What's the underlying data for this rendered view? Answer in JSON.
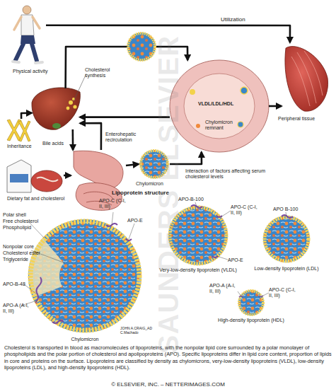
{
  "diagram": {
    "caption": "Cholesterol is transported in blood as macromolecules of lipoproteins, with the nonpolar lipid core surrounded by a polar monolayer of phospholipids and the polar portion of cholesterol and apolipoproteins (APO). Specific lipoproteins differ in lipid core content, proportion of lipids in core and proteins on the surface. Lipoproteins are classified by density as chylomicrons, very-low-density lipoproteins (VLDL), low-density lipoproteins (LDL), and high-density lipoproteins (HDL).",
    "nodes": [
      {
        "text": [
          "Physical activity"
        ]
      },
      {
        "text": [
          "Cholesterol synthesis"
        ]
      },
      {
        "text": [
          "Peripheral tissue"
        ]
      },
      {
        "text": [
          "Inheritance"
        ]
      },
      {
        "text": [
          "Bile acids"
        ]
      },
      {
        "text": [
          "Dietary fat and cholesterol"
        ]
      },
      {
        "text": [
          "Chylomicron"
        ]
      },
      {
        "text": [
          "VLDL/LDL/HDL",
          "Chylomicron remnant"
        ]
      },
      {
        "text": [
          "Chylomicron"
        ]
      },
      {
        "text": [
          "Very-low-density lipoprotein (VLDL)"
        ]
      },
      {
        "text": [
          "Low-density lipoprotein (LDL)"
        ]
      },
      {
        "text": [
          "High-density lipoprotein (HDL)"
        ]
      }
    ],
    "edges": [
      {
        "from": 0,
        "to": 2,
        "arrow": "to",
        "label": "Utilization"
      },
      {
        "from": 3,
        "to": 1,
        "arrow": "to"
      },
      {
        "from": 1,
        "to": 4,
        "arrow": "to"
      },
      {
        "from": 4,
        "to": 1,
        "arrow": "to",
        "label": "Enterohepatic recirculation"
      },
      {
        "from": 5,
        "to": 4,
        "arrow": "to"
      },
      {
        "from": 4,
        "to": 6,
        "arrow": "to"
      },
      {
        "from": 6,
        "to": 7,
        "arrow": "to"
      },
      {
        "from": 1,
        "to": 7,
        "arrow": "to"
      },
      {
        "from": 7,
        "to": 1,
        "arrow": "to"
      },
      {
        "from": 7,
        "to": 2,
        "arrow": "to"
      }
    ],
    "labels": [
      "Interaction of factors affecting serum cholesterol levels",
      "Lipoprotein structure",
      "Polar shell",
      "Free cholesterol",
      "Phospholipid",
      "Nonpolar core",
      "Cholesterol ester",
      "Triglyceride",
      "APO-B-48",
      "APO-A (A-I, II, III)",
      "APO-C (C-I, II, III)",
      "APO-E",
      "APO-B-100",
      "APO-C (C-I, II, III)",
      "APO-E",
      "APO B-100",
      "APO-A (A-I, II, III)",
      "APO-C (C-I, II, III)",
      "JOHN A.CRAIG_AD",
      "C.Machado",
      "© ELSEVIER, INC. – NETTERIMAGES.COM",
      "SAUNDERS ELSEVIER"
    ]
  }
}
